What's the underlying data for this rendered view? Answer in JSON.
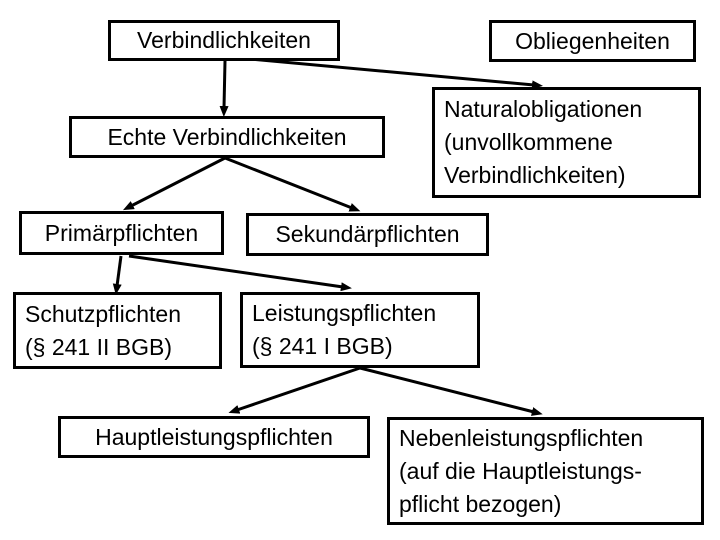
{
  "colors": {
    "background": "#ffffff",
    "box_border": "#000000",
    "text": "#000000",
    "connector": "#000000"
  },
  "diagram": {
    "type": "tree",
    "language": "de",
    "nodes": {
      "verbindlichkeiten": {
        "label": "Verbindlichkeiten"
      },
      "obliegenheiten": {
        "label": "Obliegenheiten"
      },
      "echte": {
        "label": "Echte Verbindlichkeiten"
      },
      "natural": {
        "label": "Naturalobligationen\n(unvollkommene\nVerbindlichkeiten)"
      },
      "primaer": {
        "label": "Primärpflichten"
      },
      "sekundaer": {
        "label": "Sekundärpflichten"
      },
      "schutz": {
        "label": "Schutzpflichten\n(§ 241 II BGB)"
      },
      "leistung": {
        "label": "Leistungspflichten\n(§ 241 I BGB)"
      },
      "haupt": {
        "label": "Hauptleistungspflichten"
      },
      "neben": {
        "label": "Nebenleistungspflichten\n(auf die Hauptleistungs-\npflicht bezogen)"
      }
    },
    "edges": [
      {
        "from": "verbindlichkeiten",
        "to": "echte"
      },
      {
        "from": "verbindlichkeiten",
        "to": "natural"
      },
      {
        "from": "echte",
        "to": "primaer"
      },
      {
        "from": "echte",
        "to": "sekundaer"
      },
      {
        "from": "primaer",
        "to": "schutz"
      },
      {
        "from": "primaer",
        "to": "leistung"
      },
      {
        "from": "leistung",
        "to": "haupt"
      },
      {
        "from": "leistung",
        "to": "neben"
      }
    ]
  }
}
